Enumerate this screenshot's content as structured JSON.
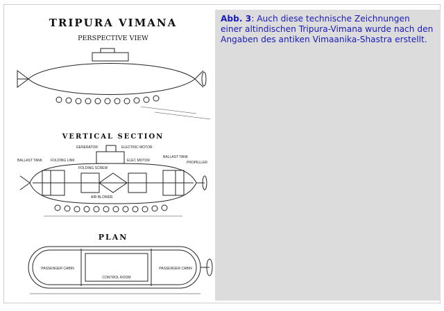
{
  "caption": {
    "abb_label": "Abb. 3",
    "text": ": Auch diese technische Zeichnungen einer altindischen Tripura-Vimana wurde nach den Angaben des antiken Vimaanika-Shastra erstellt."
  },
  "drawing": {
    "title": "TRIPURA VIMANA",
    "subtitle": "PERSPECTIVE VIEW",
    "section_vertical": "VERTICAL SECTION",
    "section_plan": "PLAN",
    "labels": {
      "generator": "GENERATOR",
      "electric_motor": "ELECTRIC MOTOR",
      "ballast_tank_left": "BALLAST TANK",
      "ballast_tank_right": "BALLAST TANK",
      "folding_link": "FOLDING LINK",
      "elec_motor": "ELEC MOTOR",
      "propeller": "PROPELLER",
      "folding_screw": "FOLDING SCREW",
      "air_blower": "AIR BLOWER",
      "passenger_cabin_left": "PASSENGER CABIN",
      "passenger_cabin_right": "PASSENGER CABIN",
      "control_room": "CONTROL ROOM"
    }
  }
}
